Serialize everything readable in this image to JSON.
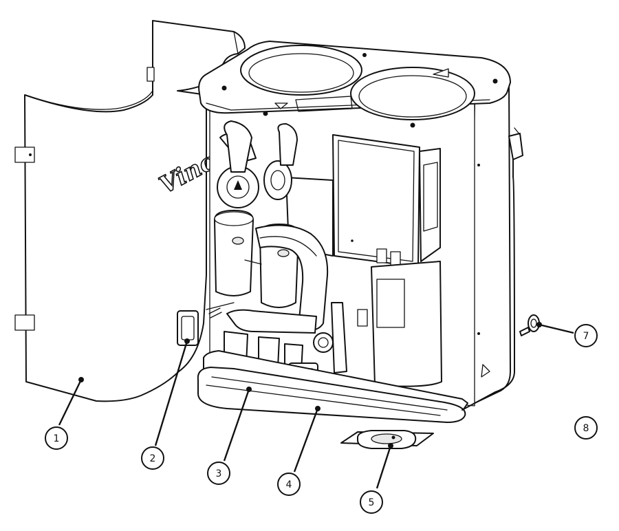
{
  "brand_text": "Vincent",
  "callouts": [
    {
      "id": "callout-1",
      "label": "1"
    },
    {
      "id": "callout-2",
      "label": "2"
    },
    {
      "id": "callout-3",
      "label": "3"
    },
    {
      "id": "callout-4",
      "label": "4"
    },
    {
      "id": "callout-5",
      "label": "5"
    },
    {
      "id": "callout-7",
      "label": "7"
    },
    {
      "id": "callout-8",
      "label": "8"
    }
  ],
  "colors": {
    "line": "#111111",
    "background": "#ffffff",
    "fill_light": "#e9e9e9"
  }
}
